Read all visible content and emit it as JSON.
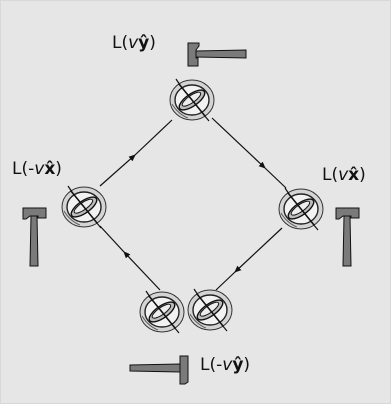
{
  "labels": {
    "top": {
      "prefix": "L(",
      "var": "v",
      "vec": "ŷ",
      "suffix": ")"
    },
    "right": {
      "prefix": "L(",
      "var": "v",
      "vec": "x̂",
      "suffix": ")"
    },
    "left": {
      "prefix": "L(-",
      "var": "v",
      "vec": "x̂",
      "suffix": ")"
    },
    "bottom": {
      "prefix": "L(-",
      "var": "v",
      "vec": "ŷ",
      "suffix": ")"
    }
  },
  "colors": {
    "background": "#e6e6e6",
    "hammer": "#7a7a7a",
    "gyro_ring": "#dcdcdc",
    "line": "#111111"
  },
  "icons": [
    "gyroscope-icon",
    "hammer-icon",
    "arrow-icon"
  ]
}
